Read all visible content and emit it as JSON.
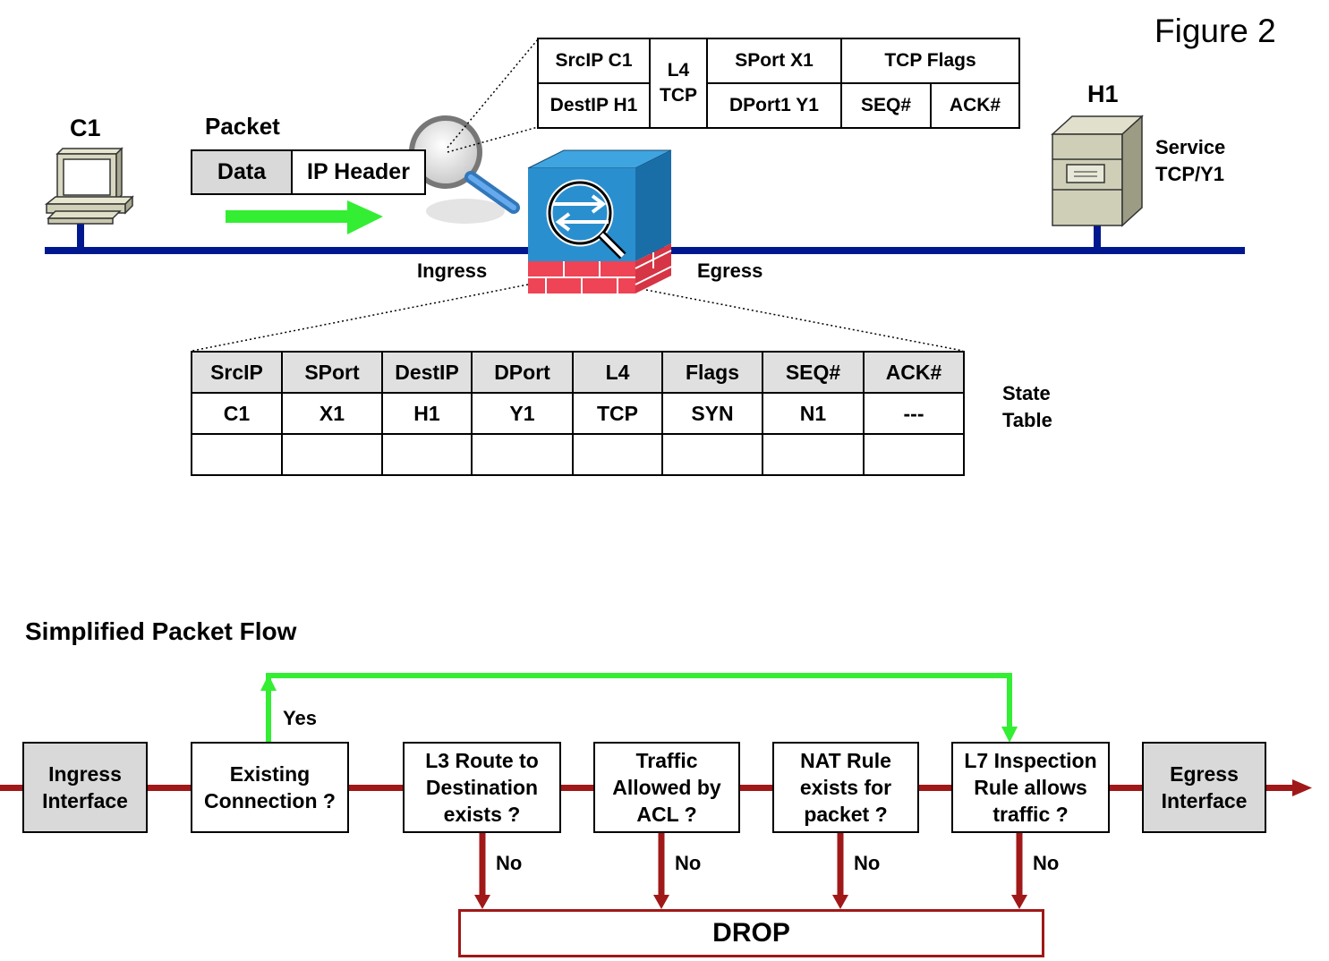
{
  "figure_label": "Figure 2",
  "network": {
    "client_label": "C1",
    "server_label": "H1",
    "server_service_line1": "Service",
    "server_service_line2": "TCP/Y1",
    "packet_label": "Packet",
    "packet_data": "Data",
    "packet_ip_header": "IP Header",
    "ingress_label": "Ingress",
    "egress_label": "Egress"
  },
  "header_detail": {
    "srcip": "SrcIP C1",
    "destip": "DestIP H1",
    "l4_line1": "L4",
    "l4_line2": "TCP",
    "sport": "SPort X1",
    "dport": "DPort1 Y1",
    "tcp_flags": "TCP Flags",
    "seq": "SEQ#",
    "ack": "ACK#"
  },
  "state_table": {
    "label_line1": "State",
    "label_line2": "Table",
    "headers": [
      "SrcIP",
      "SPort",
      "DestIP",
      "DPort",
      "L4",
      "Flags",
      "SEQ#",
      "ACK#"
    ],
    "rows": [
      [
        "C1",
        "X1",
        "H1",
        "Y1",
        "TCP",
        "SYN",
        "N1",
        "---"
      ],
      [
        "",
        "",
        "",
        "",
        "",
        "",
        "",
        ""
      ]
    ]
  },
  "flow": {
    "title": "Simplified Packet Flow",
    "ingress_line1": "Ingress",
    "ingress_line2": "Interface",
    "existing_line1": "Existing",
    "existing_line2": "Connection ?",
    "l3_line1": "L3 Route to",
    "l3_line2": "Destination",
    "l3_line3": "exists ?",
    "acl_line1": "Traffic",
    "acl_line2": "Allowed by",
    "acl_line3": "ACL ?",
    "nat_line1": "NAT Rule",
    "nat_line2": "exists for",
    "nat_line3": "packet ?",
    "l7_line1": "L7 Inspection",
    "l7_line2": "Rule allows",
    "l7_line3": "traffic ?",
    "egress_line1": "Egress",
    "egress_line2": "Interface",
    "yes_label": "Yes",
    "no_label": "No",
    "drop_label": "DROP"
  },
  "colors": {
    "network_line": "#00188f",
    "flow_line": "#a01818",
    "yes_path": "#33ee33",
    "firewall_blue": "#2a8fcf",
    "firewall_brick": "#ee4455"
  }
}
